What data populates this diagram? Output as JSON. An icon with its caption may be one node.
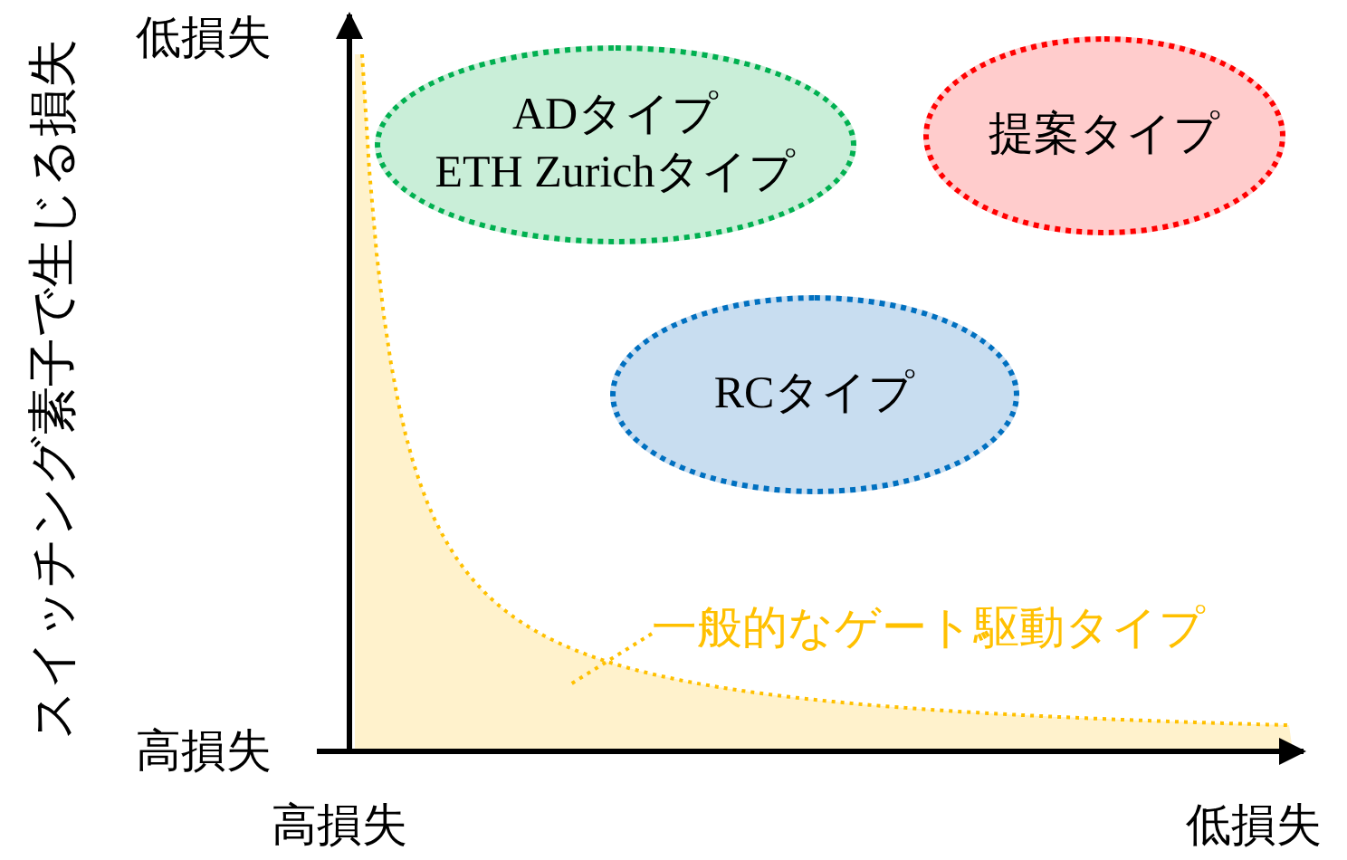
{
  "diagram": {
    "nodes": [
      {
        "text": [
          "ADタイプ",
          "ETH Zurichタイプ"
        ]
      },
      {
        "text": [
          "提案タイプ"
        ]
      },
      {
        "text": [
          "RCタイプ"
        ]
      },
      {
        "text": [
          "一般的なゲート駆動タイプ"
        ]
      },
      {
        "text": [],
        "shape": "area"
      }
    ],
    "edges": [
      {
        "from": 3,
        "to": 4,
        "arrow": "none",
        "style": "dashed",
        "color": "#ffc000"
      }
    ],
    "labels": [
      "低損失",
      "高損失",
      "高損失",
      "低損失",
      "スイッチング素子で生じる損失"
    ]
  }
}
